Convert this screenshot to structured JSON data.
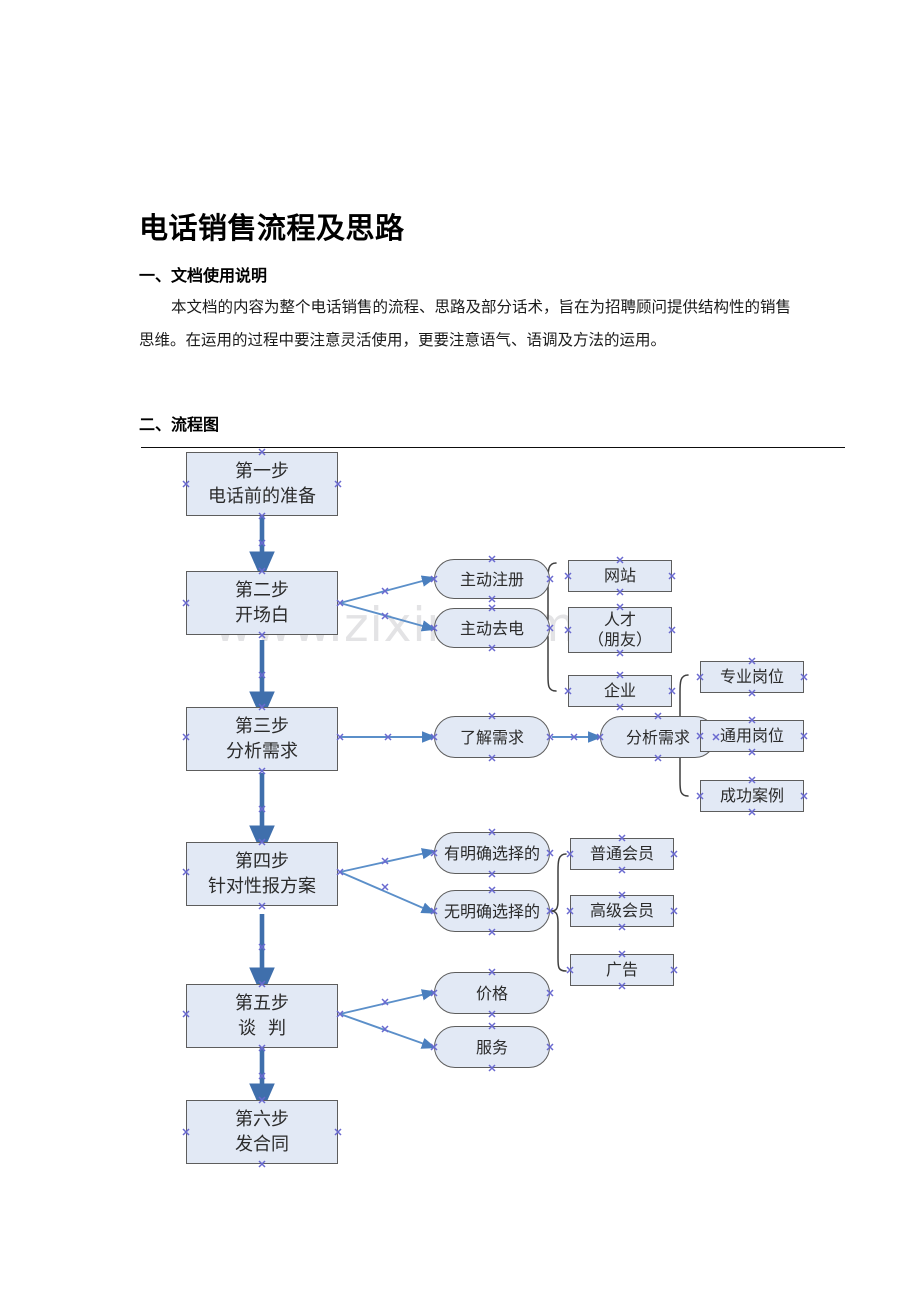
{
  "document": {
    "title": "电话销售流程及思路",
    "section1_heading": "一、文档使用说明",
    "section1_body": "本文档的内容为整个电话销售的流程、思路及部分话术，旨在为招聘顾问提供结构性的销售思维。在运用的过程中要注意灵活使用，更要注意语气、语调及方法的运用。",
    "section2_heading": "二、流程图",
    "watermark": "www.zixin.com.cn"
  },
  "colors": {
    "node_fill": "#e2e9f5",
    "node_border": "#5d5d5d",
    "arrow_main": "#3f6fac",
    "arrow_branch": "#5b8fc9",
    "brace": "#3f3f3f",
    "handle": "#6a6ad0",
    "watermark": "#e3e3e5",
    "rule": "#0d0d0d"
  },
  "flowchart": {
    "type": "flowchart",
    "orientation": "top-to-bottom with right-side branches",
    "steps": [
      {
        "id": "step1",
        "line1": "第一步",
        "line2": "电话前的准备"
      },
      {
        "id": "step2",
        "line1": "第二步",
        "line2": "开场白"
      },
      {
        "id": "step3",
        "line1": "第三步",
        "line2": "分析需求"
      },
      {
        "id": "step4",
        "line1": "第四步",
        "line2": "针对性报方案"
      },
      {
        "id": "step5",
        "line1": "第五步",
        "line2": "谈判"
      },
      {
        "id": "step6",
        "line1": "第六步",
        "line2": "发合同"
      }
    ],
    "branches": [
      {
        "id": "zhudongzhuce",
        "label": "主动注册"
      },
      {
        "id": "zhudongqudian",
        "label": "主动去电"
      },
      {
        "id": "wangzhan",
        "label": "网站"
      },
      {
        "id": "rencai",
        "line1": "人才",
        "line2": "（朋友）"
      },
      {
        "id": "qiye",
        "label": "企业"
      },
      {
        "id": "liaojiexuqiu",
        "label": "了解需求"
      },
      {
        "id": "fenxixuqiu",
        "label": "分析需求"
      },
      {
        "id": "zhuanyegangwei",
        "label": "专业岗位"
      },
      {
        "id": "tongyonggangwei",
        "label": "通用岗位"
      },
      {
        "id": "chenggonganli",
        "label": "成功案例"
      },
      {
        "id": "youmingque",
        "label": "有明确选择的"
      },
      {
        "id": "wumingque",
        "label": "无明确选择的"
      },
      {
        "id": "putonghuiyuan",
        "label": "普通会员"
      },
      {
        "id": "gaojihuiyuan",
        "label": "高级会员"
      },
      {
        "id": "guanggao",
        "label": "广告"
      },
      {
        "id": "jiage",
        "label": "价格"
      },
      {
        "id": "fuwu",
        "label": "服务"
      }
    ],
    "edges": [
      {
        "from": "step1",
        "to": "step2",
        "kind": "main"
      },
      {
        "from": "step2",
        "to": "step3",
        "kind": "main"
      },
      {
        "from": "step3",
        "to": "step4",
        "kind": "main"
      },
      {
        "from": "step4",
        "to": "step5",
        "kind": "main"
      },
      {
        "from": "step5",
        "to": "step6",
        "kind": "main"
      },
      {
        "from": "step2",
        "to": "zhudongzhuce",
        "kind": "branch"
      },
      {
        "from": "step2",
        "to": "zhudongqudian",
        "kind": "branch"
      },
      {
        "from": "zhudongqudian",
        "to": [
          "wangzhan",
          "rencai",
          "qiye"
        ],
        "kind": "brace"
      },
      {
        "from": "step3",
        "to": "liaojiexuqiu",
        "kind": "branch"
      },
      {
        "from": "liaojiexuqiu",
        "to": "fenxixuqiu",
        "kind": "branch"
      },
      {
        "from": "fenxixuqiu",
        "to": [
          "zhuanyegangwei",
          "tongyonggangwei",
          "chenggonganli"
        ],
        "kind": "brace"
      },
      {
        "from": "step4",
        "to": "youmingque",
        "kind": "branch"
      },
      {
        "from": "step4",
        "to": "wumingque",
        "kind": "branch"
      },
      {
        "from": "wumingque",
        "to": [
          "putonghuiyuan",
          "gaojihuiyuan",
          "guanggao"
        ],
        "kind": "brace"
      },
      {
        "from": "step5",
        "to": "jiage",
        "kind": "branch"
      },
      {
        "from": "step5",
        "to": "fuwu",
        "kind": "branch"
      }
    ]
  }
}
